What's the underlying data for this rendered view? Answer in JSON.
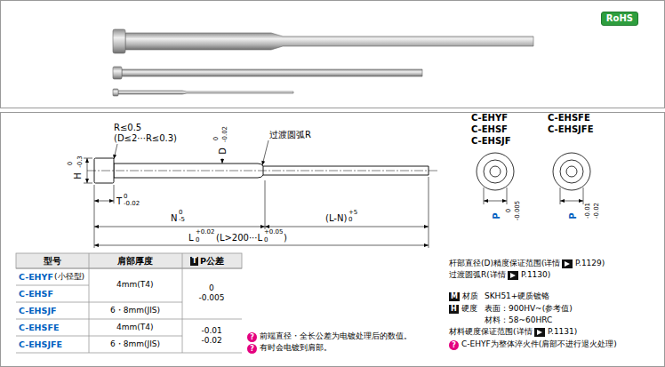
{
  "diagram": {
    "nodes": [
      {
        "text": [
          "RoHS"
        ]
      }
    ],
    "labels": [
      "R≤0.5",
      "(D≤2···R≤0.3)",
      "D",
      "0",
      "-0.02",
      "过渡圆弧R",
      "H",
      "0",
      "-0.3",
      "T",
      "0",
      "-0.02",
      "N",
      "0",
      "-5",
      "(L-N)",
      "+5",
      "0",
      "L",
      "+0.02",
      "0",
      "(L>200···L",
      "+0.05",
      "0",
      ")",
      "C-EHYF",
      "C-EHSF",
      "C-EHSJF",
      "C-EHSFE",
      "C-EHSJFE",
      "P",
      "0",
      "-0.005",
      "P",
      "-0.01",
      "-0.02",
      "型号",
      "肩部厚度",
      "T",
      "P公差",
      "C-EHYF",
      "(小径型)",
      "C-EHSF",
      "C-EHSJF",
      "C-EHSFE",
      "C-EHSJFE",
      "4mm(T4)",
      "6・8mm(JIS)",
      "4mm(T4)",
      "6・8mm(JIS)",
      "0",
      "-0.005",
      "-0.01",
      "-0.02",
      "?",
      "前端直径・全长公差为电镀处理后的数值。",
      "?",
      "有时会电镀到肩部。",
      "杆部直径(D)精度保证范围(详情",
      "P.1129)",
      "过渡圆弧R(详情",
      "P.1130)",
      "M",
      "材质",
      "SKH51+硬质镀铬",
      "H",
      "硬度",
      "表面：900HV~(参考值)",
      "材料：58~60HRC",
      "材料硬度保证范围(详情",
      "P.1131)",
      "?",
      "C-EHYF为整体淬火件(肩部不进行退火处理)"
    ]
  }
}
